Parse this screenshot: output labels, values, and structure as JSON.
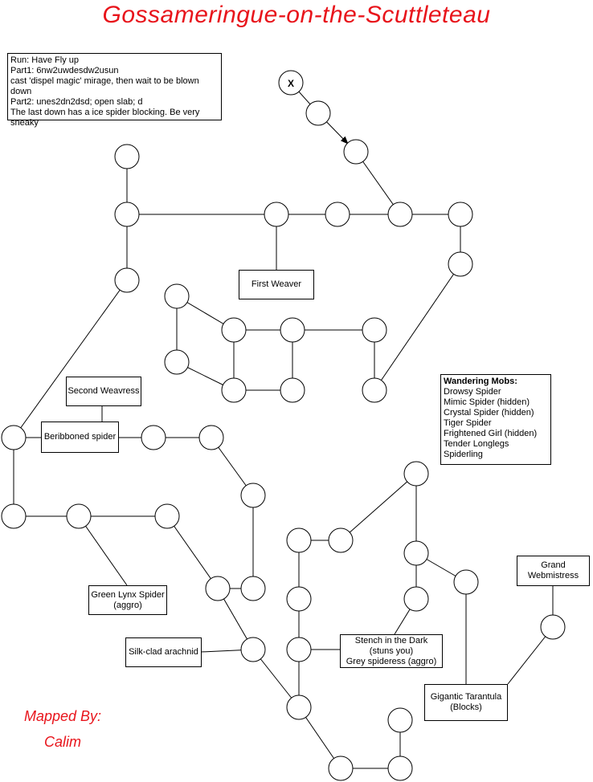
{
  "title": "Gossameringue-on-the-Scuttleteau",
  "start_marker": "X",
  "run_notes": [
    "Run: Have Fly up",
    "Part1: 6nw2uwdesdw2usun",
    "cast 'dispel magic' mirage, then wait to be blown down",
    "Part2: unes2dn2dsd; open slab; d",
    "The last down has a ice spider blocking.  Be very",
    "sneaky"
  ],
  "wandering_mobs": {
    "heading": "Wandering Mobs:",
    "items": [
      "Drowsy Spider",
      "Mimic Spider (hidden)",
      "Crystal Spider (hidden)",
      "Tiger Spider",
      "Frightened Girl (hidden)",
      "Tender Longlegs",
      "Spiderling"
    ]
  },
  "labels": {
    "first_weaver": [
      "First Weaver"
    ],
    "second_weavress": [
      "Second Weavress"
    ],
    "beribboned_spider": [
      "Beribboned spider"
    ],
    "green_lynx": [
      "Green Lynx Spider",
      "(aggro)"
    ],
    "silk_clad": [
      "Silk-clad arachnid"
    ],
    "stench": [
      "Stench in the Dark",
      "(stuns you)",
      "Grey spideress (aggro)"
    ],
    "grand_webmistress": [
      "Grand",
      "Webmistress"
    ],
    "gigantic_tarantula": [
      "Gigantic Tarantula",
      "(Blocks)"
    ]
  },
  "credit": {
    "line1": "Mapped By:",
    "line2": "Calim"
  }
}
